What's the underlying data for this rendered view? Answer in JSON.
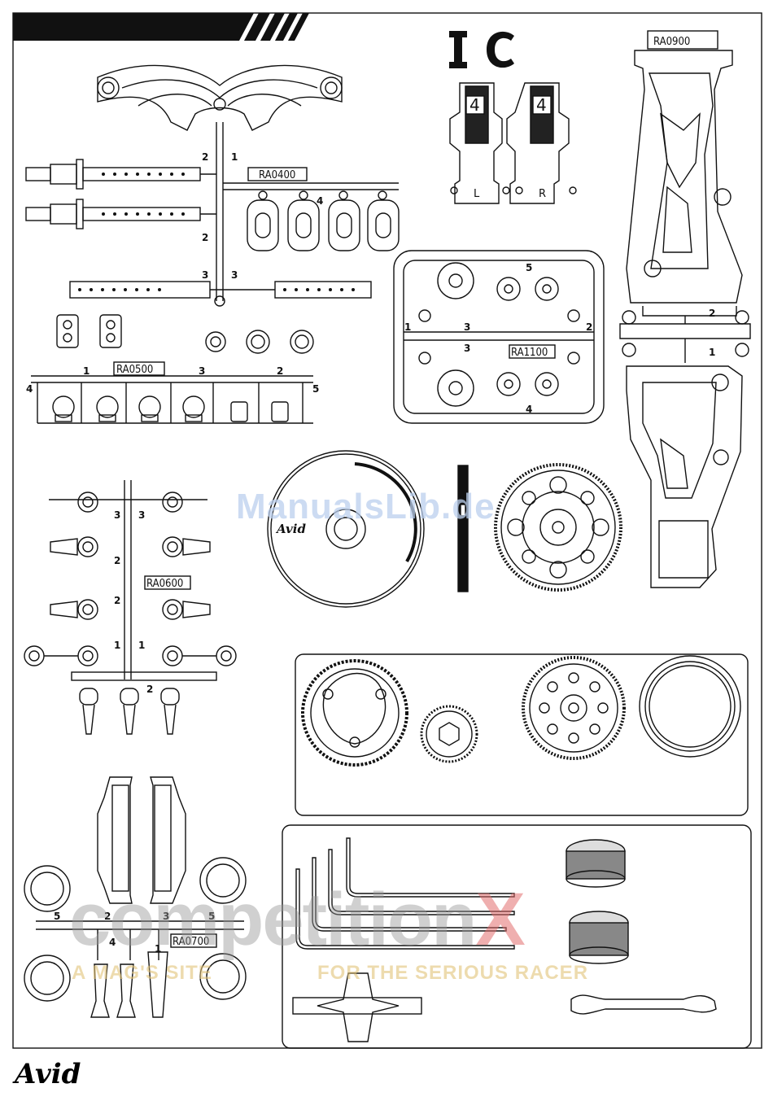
{
  "brand": "Avid",
  "part_labels": {
    "ra0400": "RA0400",
    "ra0500": "RA0500",
    "ra0600": "RA0600",
    "ra0700": "RA0700",
    "ra0900": "RA0900",
    "ra1100": "RA1100"
  },
  "clip_letters": {
    "i": "I",
    "c": "C"
  },
  "hub_labels": {
    "left_num": "4",
    "right_num": "4",
    "left": "L",
    "right": "R"
  },
  "wheel_text": "Avid",
  "watermarks": {
    "manualslib": "ManualsLib.de",
    "comp_main": "competition",
    "comp_x": "X",
    "tagline_left": "A MAG'S SITE",
    "tagline_right": "FOR THE SERIOUS RACER"
  },
  "numbers": {
    "ra0400": [
      "2",
      "1",
      "2",
      "3",
      "3",
      "4"
    ],
    "ra0500": [
      "1",
      "3",
      "2",
      "4",
      "5"
    ],
    "ra1100": [
      "5",
      "1",
      "3",
      "3",
      "2",
      "4"
    ],
    "ra0600": [
      "3",
      "3",
      "2",
      "2",
      "1",
      "1",
      "2"
    ],
    "ra0700": [
      "5",
      "2",
      "3",
      "5",
      "4",
      "1"
    ],
    "ra0900": [
      "2",
      "1"
    ]
  }
}
